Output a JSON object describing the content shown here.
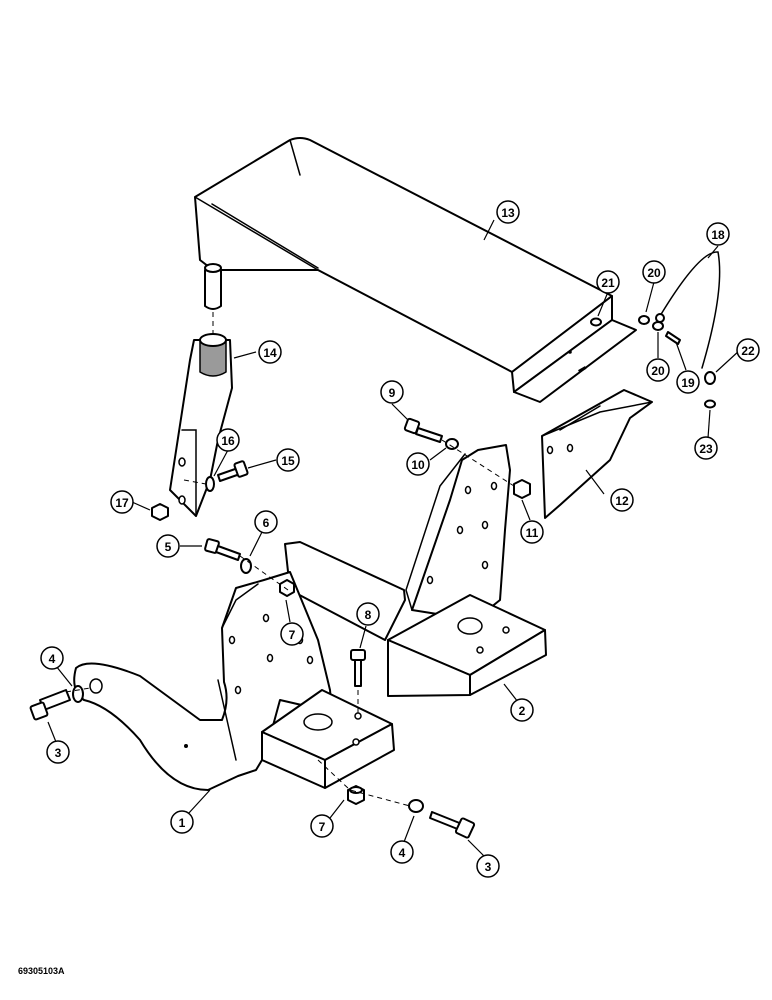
{
  "diagram": {
    "reference_code": "69305103A",
    "callouts": [
      {
        "id": "c1",
        "label": "1"
      },
      {
        "id": "c2",
        "label": "2"
      },
      {
        "id": "c3a",
        "label": "3"
      },
      {
        "id": "c3b",
        "label": "3"
      },
      {
        "id": "c4a",
        "label": "4"
      },
      {
        "id": "c4b",
        "label": "4"
      },
      {
        "id": "c5",
        "label": "5"
      },
      {
        "id": "c6",
        "label": "6"
      },
      {
        "id": "c7a",
        "label": "7"
      },
      {
        "id": "c7b",
        "label": "7"
      },
      {
        "id": "c8",
        "label": "8"
      },
      {
        "id": "c9",
        "label": "9"
      },
      {
        "id": "c10",
        "label": "10"
      },
      {
        "id": "c11",
        "label": "11"
      },
      {
        "id": "c12",
        "label": "12"
      },
      {
        "id": "c13",
        "label": "13"
      },
      {
        "id": "c14",
        "label": "14"
      },
      {
        "id": "c15",
        "label": "15"
      },
      {
        "id": "c16",
        "label": "16"
      },
      {
        "id": "c17",
        "label": "17"
      },
      {
        "id": "c18",
        "label": "18"
      },
      {
        "id": "c19",
        "label": "19"
      },
      {
        "id": "c20a",
        "label": "20"
      },
      {
        "id": "c20b",
        "label": "20"
      },
      {
        "id": "c21",
        "label": "21"
      },
      {
        "id": "c22",
        "label": "22"
      },
      {
        "id": "c23",
        "label": "23"
      }
    ]
  }
}
